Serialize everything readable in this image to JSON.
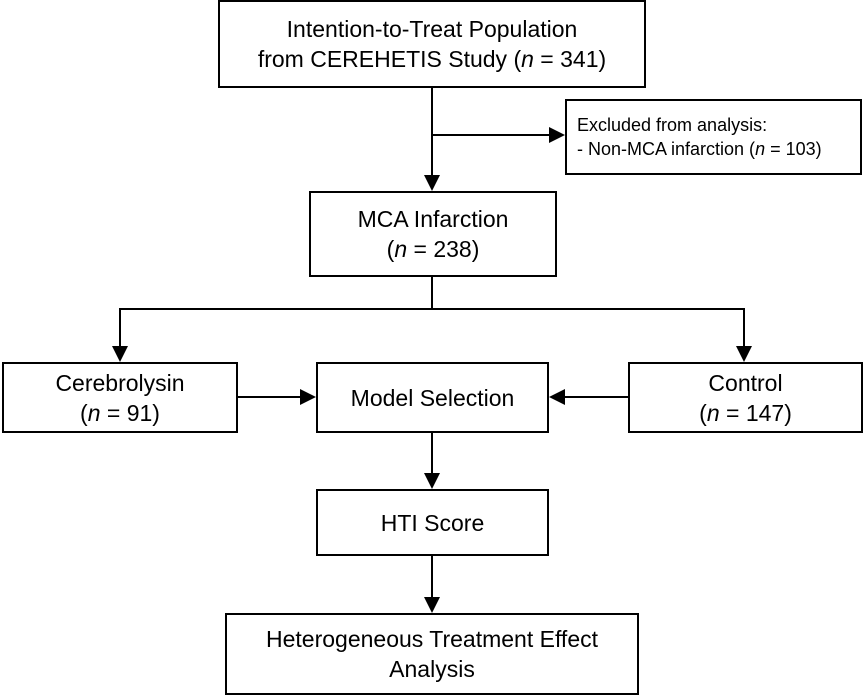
{
  "nodes": {
    "itt": {
      "line1": "Intention-to-Treat Population",
      "line2_pre": "from CEREHETIS Study (",
      "n_symbol": "n",
      "line2_post": " = 341)"
    },
    "excluded": {
      "line1": "Excluded from analysis:",
      "line2_pre": "- Non-MCA infarction (",
      "n_symbol": "n",
      "line2_post": " = 103)"
    },
    "mca": {
      "line1": "MCA Infarction",
      "line2_pre": "(",
      "n_symbol": "n",
      "line2_post": " = 238)"
    },
    "cerebrolysin": {
      "line1": "Cerebrolysin",
      "line2_pre": "(",
      "n_symbol": "n",
      "line2_post": " = 91)"
    },
    "model_selection": {
      "line1": "Model Selection"
    },
    "control": {
      "line1": "Control",
      "line2_pre": "(",
      "n_symbol": "n",
      "line2_post": " = 147)"
    },
    "hti_score": {
      "line1": "HTI Score"
    },
    "hte_analysis": {
      "line1": "Heterogeneous Treatment Effect",
      "line2": "Analysis"
    }
  },
  "colors": {
    "stroke": "#000000",
    "background": "#ffffff"
  }
}
